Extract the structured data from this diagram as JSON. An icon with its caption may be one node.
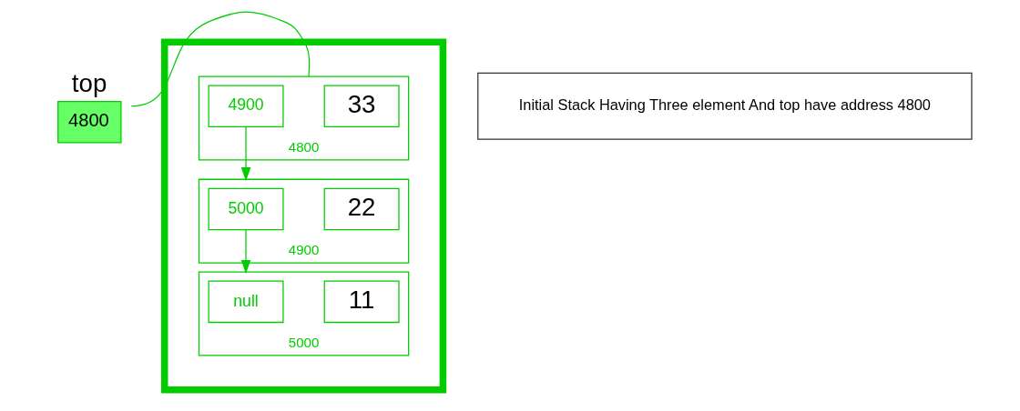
{
  "diagram": {
    "nodes": [
      {
        "text": [
          "top",
          "4800"
        ]
      },
      {
        "text": [],
        "shape": "box"
      },
      {
        "text": [],
        "shape": "box",
        "in": 1,
        "beside": [
          "4800"
        ]
      },
      {
        "text": [
          "33"
        ],
        "in": 2
      },
      {
        "text": [
          "4900"
        ],
        "in": 2
      },
      {
        "text": [],
        "shape": "box",
        "in": 1,
        "beside": [
          "4900"
        ]
      },
      {
        "text": [
          "22"
        ],
        "in": 5
      },
      {
        "text": [
          "5000"
        ],
        "in": 5
      },
      {
        "text": [],
        "shape": "box",
        "in": 1,
        "beside": [
          "5000"
        ]
      },
      {
        "text": [
          "11"
        ],
        "in": 8
      },
      {
        "text": [
          "null"
        ],
        "in": 8
      },
      {
        "text": [
          "Initial Stack Having Three element And top have address 4800"
        ]
      }
    ],
    "edges": [
      {
        "from": 0,
        "to": 2,
        "arrow": "none"
      },
      {
        "from": 4,
        "to": 5,
        "arrow": "to"
      },
      {
        "from": 7,
        "to": 8,
        "arrow": "to"
      }
    ]
  }
}
